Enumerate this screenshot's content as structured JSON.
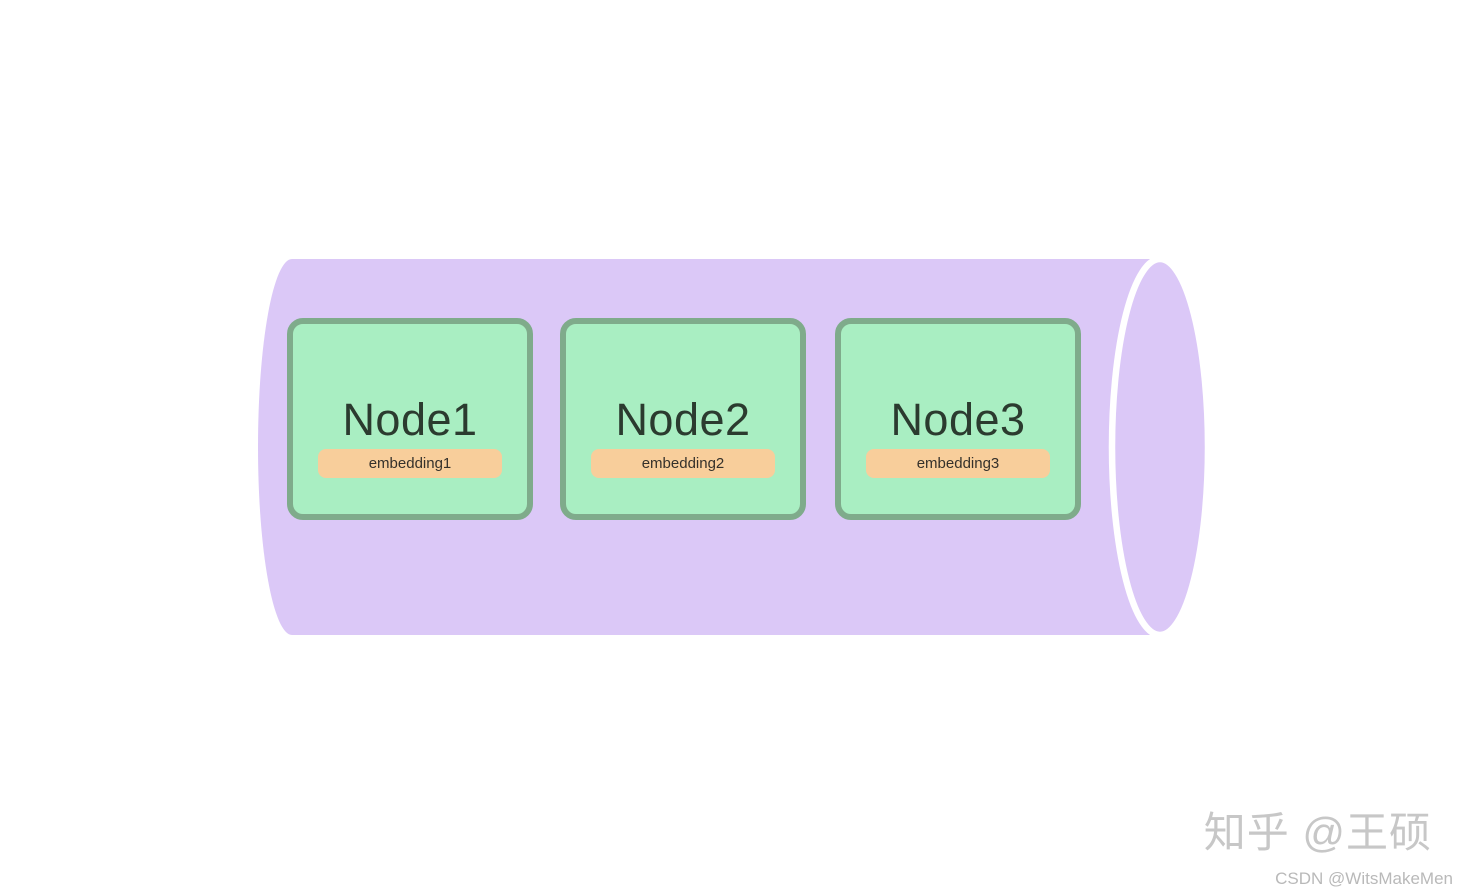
{
  "diagram": {
    "type": "cylinder-container-diagram",
    "container": {
      "shape": "horizontal-cylinder",
      "description": "vector-store-cylinder"
    },
    "nodes": [
      {
        "label": "Node1",
        "embedding": "embedding1"
      },
      {
        "label": "Node2",
        "embedding": "embedding2"
      },
      {
        "label": "Node3",
        "embedding": "embedding3"
      }
    ],
    "colors": {
      "background": "#ffffff",
      "cylinder": "#dbc8f7",
      "cap_divider": "#ffffff",
      "node_fill": "#a9eec2",
      "node_border": "#7fab8b",
      "node_text": "#2b3b2f",
      "embedding_fill": "#f8ce9b",
      "embedding_text": "#35312b"
    }
  },
  "watermark": {
    "primary": "知乎 @王硕",
    "secondary": "CSDN @WitsMakeMen",
    "primary_color": "#c7c7c7",
    "secondary_color": "#b9b9b9"
  }
}
